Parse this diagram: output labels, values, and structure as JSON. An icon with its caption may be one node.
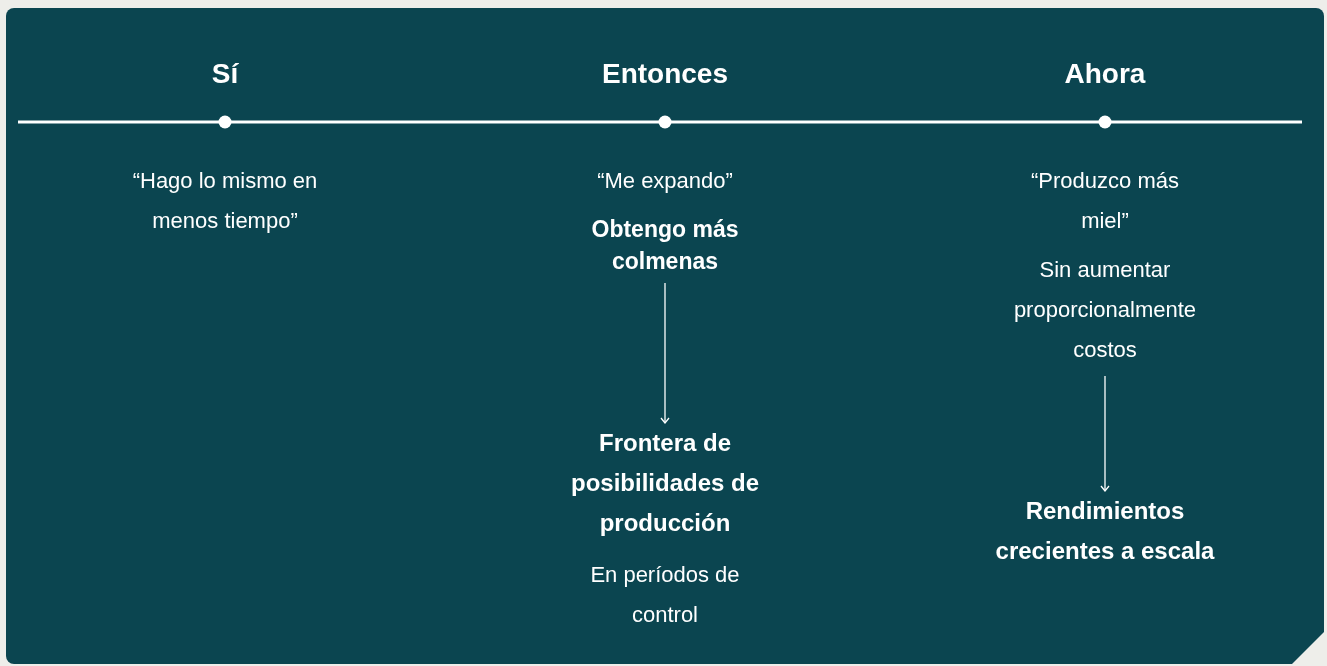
{
  "diagram": {
    "nodes": [
      {
        "text": [
          "“Me expando”",
          "Obtengo más colmenas"
        ]
      },
      {
        "text": [
          "Frontera de posibilidades de producción",
          "En períodos de control"
        ]
      },
      {
        "text": [
          "“Produzco más miel”",
          "Sin aumentar proporcionalmente costos"
        ]
      },
      {
        "text": [
          "Rendimientos crecientes a escala"
        ]
      }
    ],
    "edges": [
      {
        "from": 0,
        "to": 1,
        "arrow": "to"
      },
      {
        "from": 2,
        "to": 3,
        "arrow": "to"
      }
    ],
    "labels": [
      "Sí",
      "Entonces",
      "Ahora",
      "“Hago lo mismo en menos tiempo”"
    ]
  }
}
